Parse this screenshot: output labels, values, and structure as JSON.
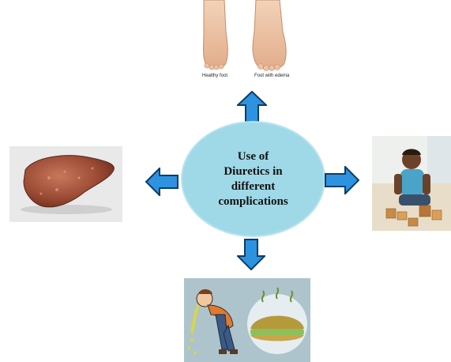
{
  "center": {
    "lines": [
      "Use of",
      "Diuretics in",
      "different",
      "complications"
    ],
    "fill": "#9fd9e8",
    "border": "#b9e3ee"
  },
  "arrow_color": "#2d93e0",
  "arrow_outline": "#0b3d66",
  "top_image": {
    "icon": "feet-illustration",
    "captions": [
      "Healthy foot",
      "Foot with edema"
    ]
  },
  "left_image": {
    "icon": "liver-photo"
  },
  "right_image": {
    "icon": "child-playing-blocks-photo"
  },
  "bottom_image": {
    "icon": "person-vomiting-illustration"
  }
}
